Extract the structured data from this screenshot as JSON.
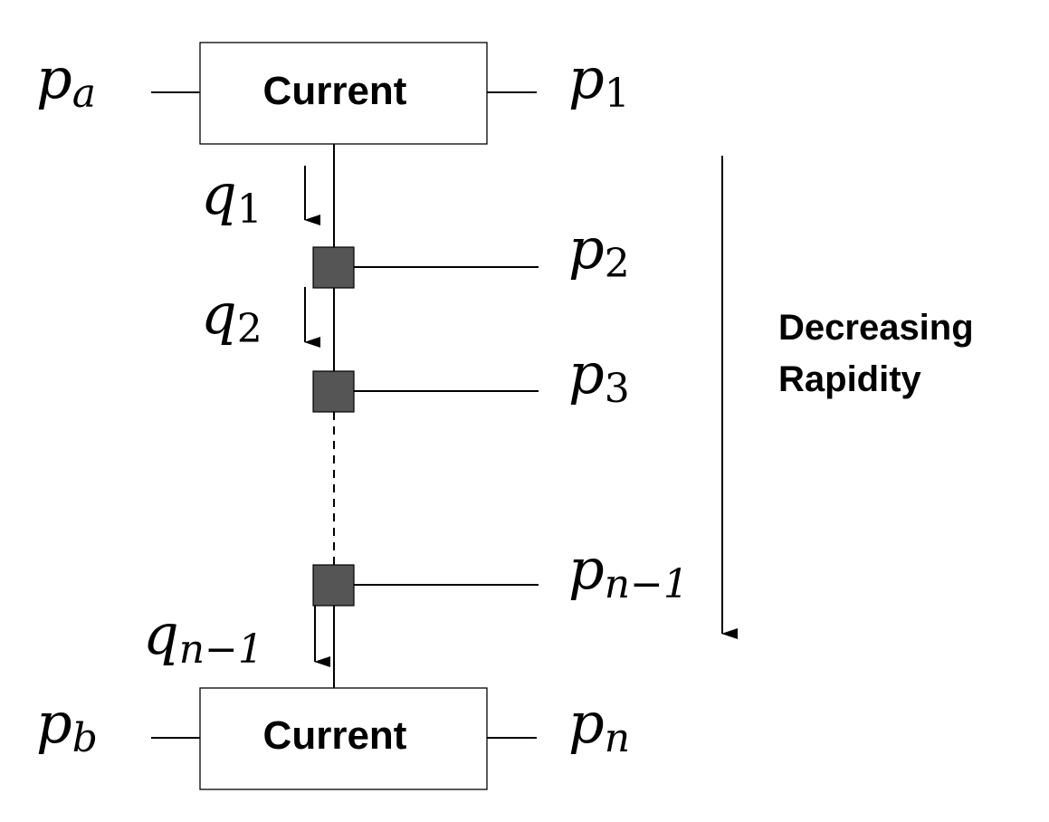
{
  "boxes": {
    "top_label": "Current",
    "bottom_label": "Current"
  },
  "side_label": {
    "line1": "Decreasing",
    "line2": "Rapidity"
  },
  "momenta": {
    "pa": {
      "base": "p",
      "sub": "a"
    },
    "pb": {
      "base": "p",
      "sub": "b"
    },
    "p1": {
      "base": "p",
      "sub": "1"
    },
    "p2": {
      "base": "p",
      "sub": "2"
    },
    "p3": {
      "base": "p",
      "sub": "3"
    },
    "pn_minus_1": {
      "base": "p",
      "sub": "n−1"
    },
    "pn": {
      "base": "p",
      "sub": "n"
    },
    "q1": {
      "base": "q",
      "sub": "1"
    },
    "q2": {
      "base": "q",
      "sub": "2"
    },
    "qn_minus_1": {
      "base": "q",
      "sub": "n−1"
    }
  },
  "colors": {
    "vertex_fill": "#555555",
    "stroke": "#000000"
  }
}
